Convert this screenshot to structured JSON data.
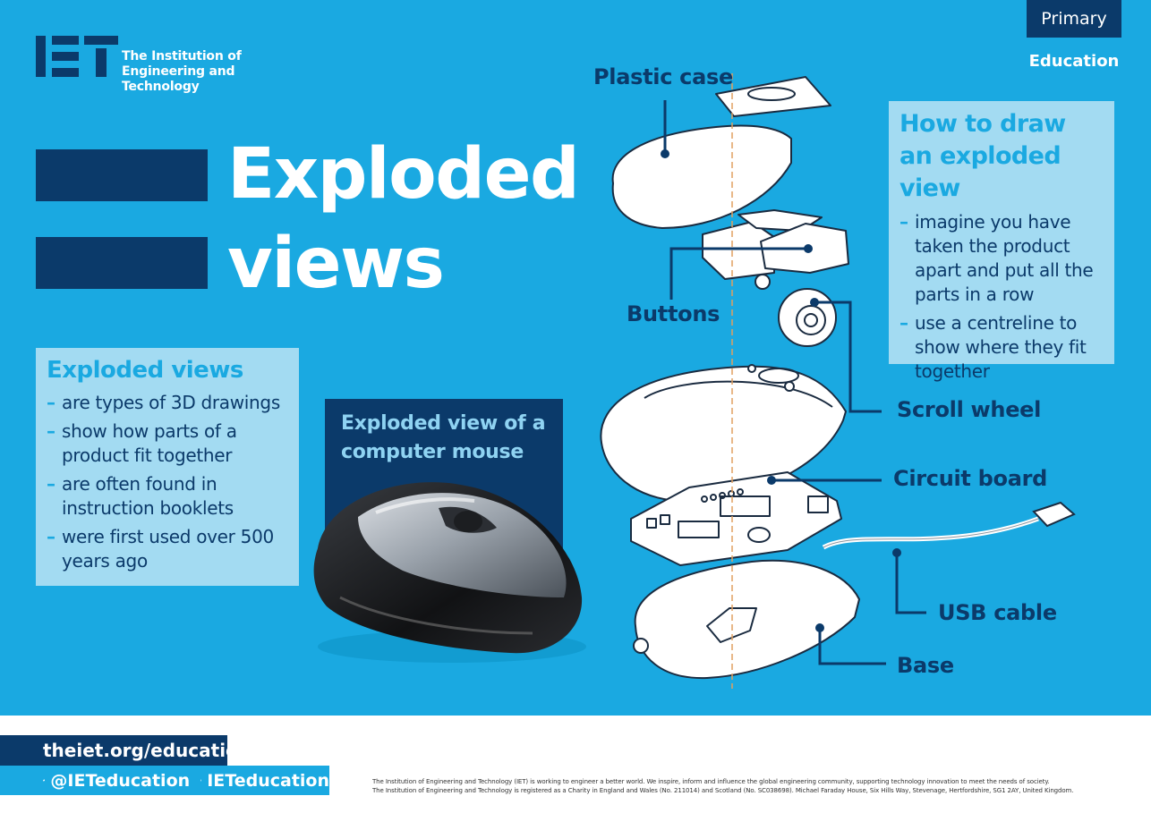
{
  "logo": {
    "line1": "The Institution of",
    "line2": "Engineering and Technology"
  },
  "tabs": {
    "primary": "Primary",
    "education": "Education"
  },
  "title": {
    "line1": "Exploded",
    "line2": "views"
  },
  "exploded_views": {
    "heading": "Exploded views",
    "items": [
      "are types of 3D drawings",
      "show how parts of a product fit together",
      "are often found in instruction booklets",
      "were first used over 500 years ago"
    ]
  },
  "how_to_draw": {
    "heading": "How to draw an exploded view",
    "items": [
      "imagine you have taken the product apart and put all the parts in a row",
      "use a centreline to show where they fit together"
    ]
  },
  "mouse_panel": {
    "label": "Exploded view of a computer mouse"
  },
  "diagram": {
    "labels": {
      "plastic_case": "Plastic case",
      "buttons": "Buttons",
      "scroll_wheel": "Scroll wheel",
      "circuit_board": "Circuit board",
      "usb_cable": "USB cable",
      "base": "Base"
    }
  },
  "footer": {
    "url": "theiet.org/education",
    "twitter": "@IETeducation",
    "facebook": "IETeducation",
    "legal_line1": "The Institution of Engineering and Technology (IET) is working to engineer a better world. We inspire, inform and influence the global engineering community, supporting technology innovation to meet the needs of society.",
    "legal_line2": "The Institution of Engineering and Technology is registered as a Charity in England and Wales (No. 211014) and Scotland (No. SC038698). Michael Faraday House, Six Hills Way, Stevenage, Hertfordshire, SG1 2AY, United Kingdom."
  },
  "colors": {
    "background": "#1aa9e1",
    "navy": "#0b3a6a",
    "panel": "#a3dbf2",
    "centreline": "#e0a060"
  }
}
